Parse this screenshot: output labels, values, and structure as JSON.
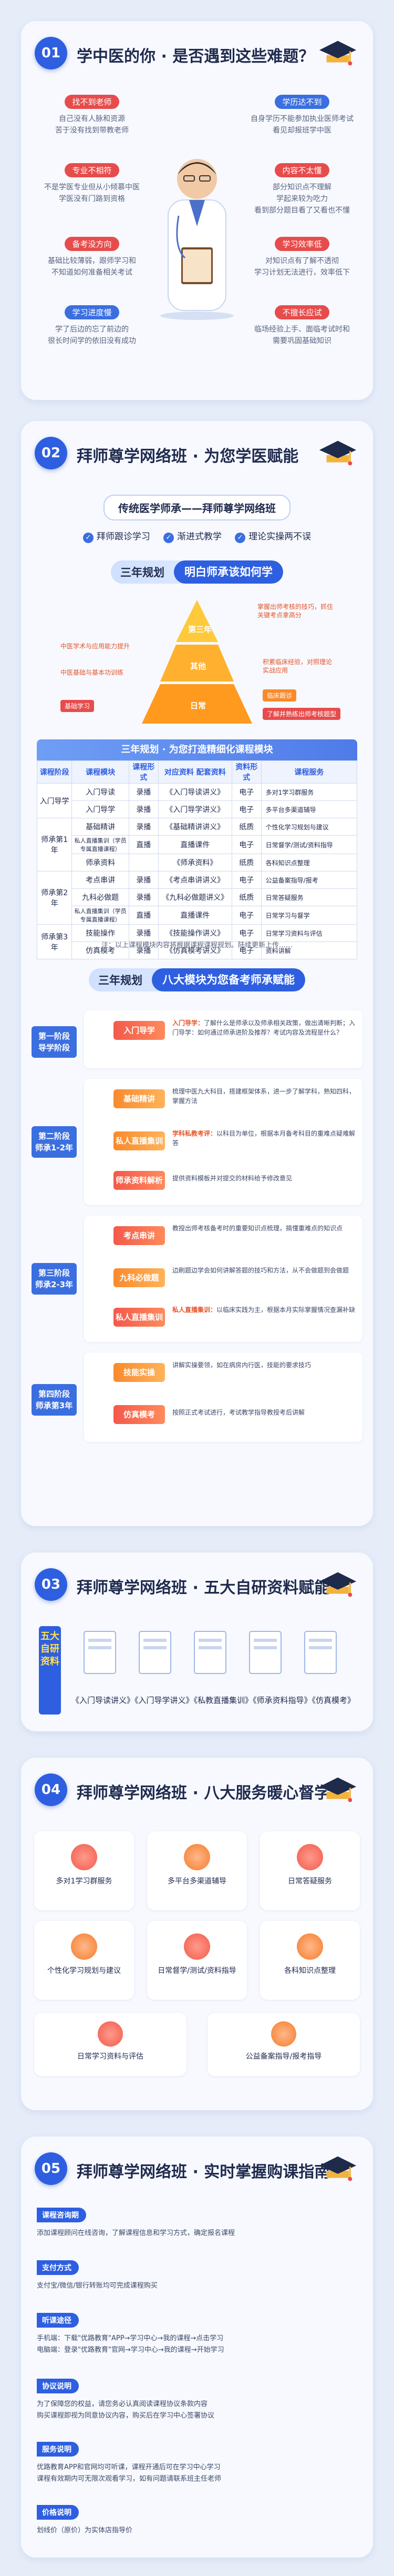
{
  "s1": {
    "num": "01",
    "title": "学中医的你 · 是否遇到这些难题？",
    "problems": [
      {
        "tag": "找不到老师",
        "desc": "自己没有人脉和资源\n苦于没有找到带教老师"
      },
      {
        "tag": "学历达不到",
        "desc": "自身学历不能参加执业医师考试\n看见却报班学中医"
      },
      {
        "tag": "专业不相符",
        "desc": "不是学医专业但从小倾慕中医\n学医没有门路到资格"
      },
      {
        "tag": "内容不太懂",
        "desc": "部分知识点不理解\n学起来较为吃力\n看到部分题目看了又看也不懂"
      },
      {
        "tag": "备考没方向",
        "desc": "基础比较薄弱，跟师学习和\n不知道如何准备相关考试"
      },
      {
        "tag": "学习效率低",
        "desc": "对知识点有了解不透彻\n学习计划无法进行，效率低下"
      },
      {
        "tag": "学习进度慢",
        "desc": "学了后边的忘了前边的\n很长时间学的依旧没有成功"
      },
      {
        "tag": "不擅长应试",
        "desc": "临场经验上手、面临考试时和\n需要巩固基础知识"
      }
    ]
  },
  "s2": {
    "num": "02",
    "title": "拜师尊学网络班 · 为您学医赋能",
    "banner": "传统医学师承——拜师尊学网络班",
    "features": [
      "拜师跟诊学习",
      "渐进式教学",
      "理论实操两不误"
    ],
    "plan_title_a": "三年规划",
    "plan_title_b": "明白师承该如何学",
    "pyramid": {
      "top": "第三年",
      "mid": "其他",
      "low": "日常"
    },
    "notes": [
      "掌握出师考核的技巧，抓住\n关键考点拿高分",
      "中医学术与应用能力提升",
      "中医基础与基本功训练",
      "积累临床经验，对照理论\n实战应用"
    ],
    "anns": [
      "基础学习",
      "临床跟诊",
      "了解并熟练出师考核题型"
    ],
    "table_title": "三年规划 · 为您打造精细化课程模块",
    "table_headers": [
      "课程阶段",
      "课程模块",
      "课程形式",
      "对应资料 配套资料",
      "资料形式",
      "课程服务"
    ],
    "rows": [
      [
        "入门导学",
        "入门导读",
        "录播",
        "《入门导读讲义》",
        "电子"
      ],
      [
        "",
        "入门导学",
        "录播",
        "《入门导学讲义》",
        "电子"
      ],
      [
        "师承第1年",
        "基础精讲",
        "录播",
        "《基础精讲讲义》",
        "纸质"
      ],
      [
        "",
        "私人直播集训（学员专属直播课程）",
        "直播",
        "直播课件",
        "电子"
      ],
      [
        "",
        "师承资料",
        "",
        "《师承资料》",
        "纸质"
      ],
      [
        "师承第2年",
        "考点串讲",
        "录播",
        "《考点串讲讲义》",
        "电子"
      ],
      [
        "",
        "九科必做题",
        "录播",
        "《九科必做题讲义》",
        "纸质"
      ],
      [
        "",
        "私人直播集训（学员专属直播课程）",
        "直播",
        "直播课件",
        "电子"
      ],
      [
        "师承第3年",
        "技能操作",
        "录播",
        "《技能操作讲义》",
        "电子"
      ],
      [
        "",
        "仿真模考",
        "录播",
        "《仿真模考讲义》",
        "电子"
      ]
    ],
    "services": [
      "多对1学习群服务",
      "多平台多渠道辅导",
      "个性化学习规划与建议",
      "日常督学/测试/资料指导",
      "各科知识点整理",
      "公益备案指导/报考",
      "日常答疑服务",
      "日常学习与督学",
      "日常学习资料与评估",
      "资料讲解"
    ],
    "table_note": "注：以上课程模块内容将根据课程课程规划。陆续更新上传……",
    "mod_title_a": "三年规划",
    "mod_title_b": "八大模块为您备考师承赋能",
    "stages": [
      {
        "label": "第一阶段\n导学阶段"
      },
      {
        "label": "第二阶段\n师承1-2年"
      },
      {
        "label": "第三阶段\n师承2-3年"
      },
      {
        "label": "第四阶段\n师承第3年"
      }
    ],
    "modules": [
      {
        "tag": "入门导学",
        "k": "入门导学：",
        "desc": "了解什么是师承以及师承相关政策，做出清晰判断；入门导学：如何通过师承进阶及推荐？考试内容及流程是什么？"
      },
      {
        "tag": "基础精讲",
        "k": "",
        "desc": "梳理中医九大科目，搭建框架体系，进一步了解学科，熟知四科，掌握方法"
      },
      {
        "tag": "私人直播集训",
        "k": "学科私教考评：",
        "desc": "以科目为单位，根据本月备考科目的重难点疑难解答"
      },
      {
        "tag": "师承资料解析",
        "k": "",
        "desc": "提供资料模板并对提交的材料给予修改意见"
      },
      {
        "tag": "考点串讲",
        "k": "",
        "desc": "教授出师考核备考时的重要知识点梳理，搞懂重难点的知识点"
      },
      {
        "tag": "九科必做题",
        "k": "",
        "desc": "边刷题边学会如何讲解答题的技巧和方法，从不会做题到会做题"
      },
      {
        "tag": "私人直播集训",
        "k": "私人直播集训：",
        "desc": "以临床实践为主，根据本月实际掌握情况查漏补缺"
      },
      {
        "tag": "技能实操",
        "k": "",
        "desc": "讲解实操要领，如在病房内行医，技能的要求技巧"
      },
      {
        "tag": "仿真模考",
        "k": "",
        "desc": "按照正式考试进行，考试教学指导教授考后讲解"
      }
    ]
  },
  "s3": {
    "num": "03",
    "title": "拜师尊学网络班 · 五大自研资料赋能",
    "side": "五大自研资料",
    "text": "《入门导读讲义》《入门导学讲义》《私教直播集训》《师承资料指导》《仿真模考》"
  },
  "s4": {
    "num": "04",
    "title": "拜师尊学网络班 · 八大服务暖心督学",
    "services": [
      "多对1学习群服务",
      "多平台多渠道辅导",
      "日常答疑服务",
      "个性化学习规划与建议",
      "日常督学/测试/资料指导",
      "各科知识点整理",
      "日常学习资料与评估",
      "公益备案指导/报考指导"
    ]
  },
  "s5": {
    "num": "05",
    "title": "拜师尊学网络班 · 实时掌握购课指南",
    "steps": [
      {
        "tag": "课程咨询期",
        "body": "添加课程顾问在线咨询，了解课程信息和学习方式，确定报名课程"
      },
      {
        "tag": "支付方式",
        "body": "支付宝/微信/银行转账均可完成课程购买"
      },
      {
        "tag": "听课途径",
        "body": "手机端：下载\"优路教育\"APP→学习中心→我的课程→点击学习\n电脑端：登录\"优路教育\"官网→学习中心→我的课程→开始学习"
      },
      {
        "tag": "协议说明",
        "body": "为了保障您的权益，请您务必认真阅读课程协议条款内容\n购买课程即视为同意协议内容，购买后在学习中心签署协议"
      },
      {
        "tag": "服务说明",
        "body": "优路教育APP和官网均可听课，课程开通后可在学习中心学习\n课程有效期内可无限次观看学习，如有问题请联系班主任老师"
      },
      {
        "tag": "价格说明",
        "body": "划线价（原价）为实体店指导价"
      }
    ]
  }
}
